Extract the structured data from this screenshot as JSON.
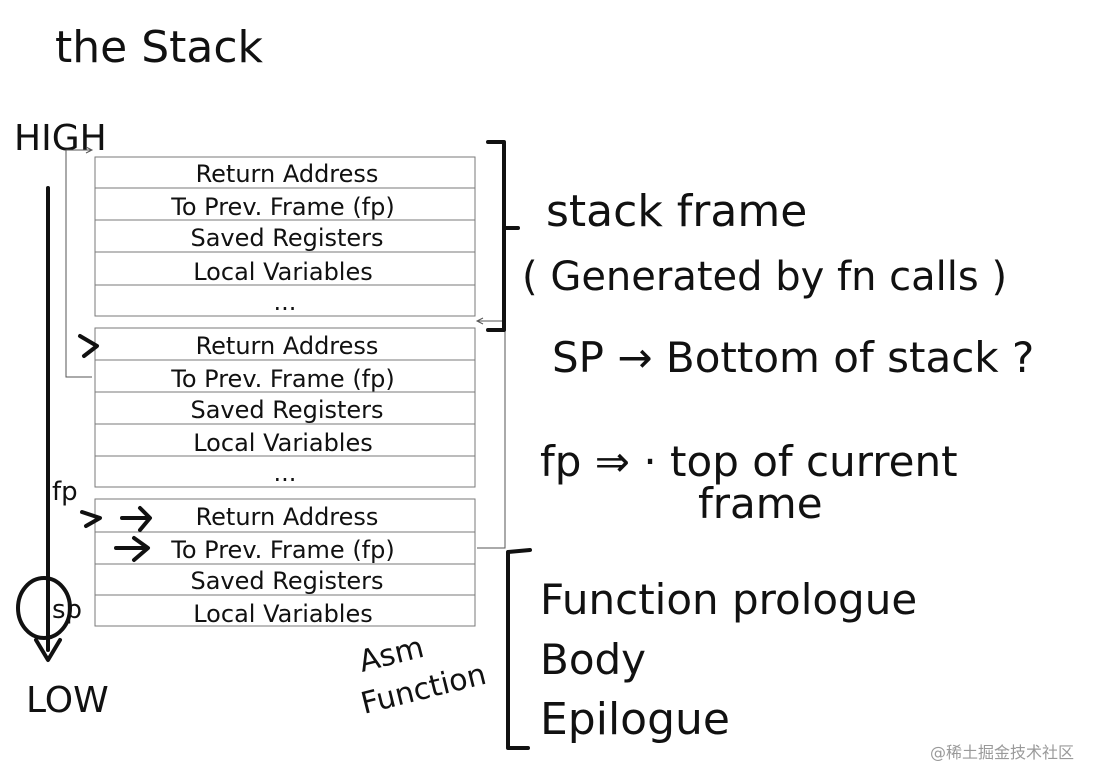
{
  "title": "the Stack",
  "direction": {
    "high": "HIGH",
    "low": "LOW"
  },
  "frames": [
    {
      "rows": [
        "Return Address",
        "To Prev. Frame (fp)",
        "Saved Registers",
        "Local Variables",
        "..."
      ]
    },
    {
      "rows": [
        "Return Address",
        "To Prev. Frame (fp)",
        "Saved Registers",
        "Local Variables",
        "..."
      ]
    },
    {
      "rows": [
        "Return Address",
        "To Prev. Frame (fp)",
        "Saved Registers",
        "Local Variables"
      ]
    }
  ],
  "pointers": {
    "fp": "fp",
    "sp": "sp"
  },
  "notes": {
    "stack_frame_line1": "stack frame",
    "stack_frame_line2": "( Generated by fn calls )",
    "sp_note": "SP → Bottom of stack ?",
    "fp_note_line1": "fp ⇒ · top of current",
    "fp_note_line2": "frame",
    "asm_line1": "Asm",
    "asm_line2": "Function",
    "prologue": "Function prologue",
    "body": "Body",
    "epilogue": "Epilogue"
  },
  "watermark": "@稀土掘金技术社区"
}
